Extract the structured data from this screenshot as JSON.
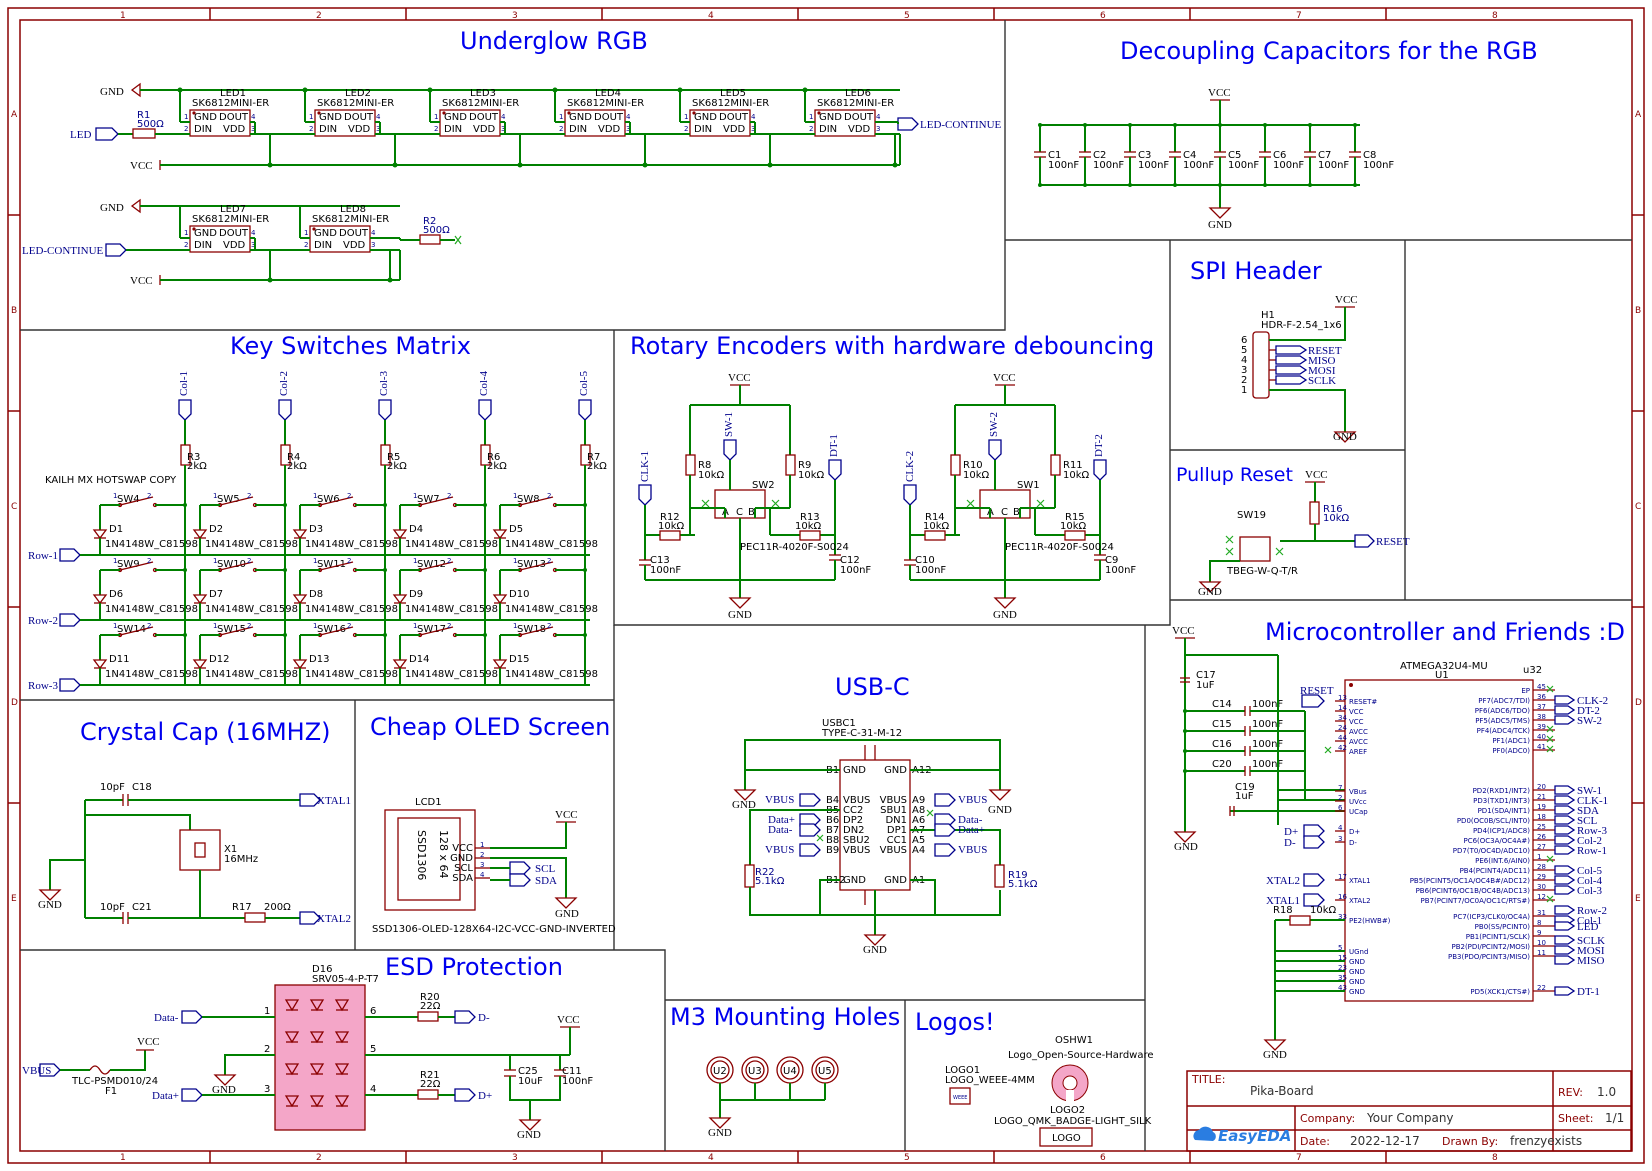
{
  "sections": {
    "underglow": "Underglow RGB",
    "decoupling": "Decoupling Capacitors for the RGB",
    "spi": "SPI Header",
    "pullup": "Pullup Reset",
    "keys": "Key Switches Matrix",
    "rotary": "Rotary Encoders with hardware debouncing",
    "mcu": "Microcontroller and Friends :D",
    "crystal": "Crystal Cap (16MHZ)",
    "oled": "Cheap OLED Screen",
    "usbc": "USB-C",
    "esd": "ESD Protection",
    "m3": "M3 Mounting Holes",
    "logos": "Logos!"
  },
  "grid": {
    "columns": [
      "1",
      "2",
      "3",
      "4",
      "5",
      "6",
      "7",
      "8"
    ],
    "rows": [
      "A",
      "B",
      "C",
      "D",
      "E"
    ]
  },
  "nets": {
    "gnd": "GND",
    "vcc": "VCC",
    "led": "LED",
    "led_continue": "LED-CONTINUE",
    "reset": "RESET",
    "xtal1": "XTAL1",
    "xtal2": "XTAL2",
    "scl": "SCL",
    "sda": "SDA",
    "vbus": "VBUS",
    "data_plus": "Data+",
    "data_minus": "Data-",
    "d_plus": "D+",
    "d_minus": "D-",
    "miso": "MISO",
    "mosi": "MOSI",
    "sclk": "SCLK"
  },
  "underglow": {
    "leds": [
      "LED1",
      "LED2",
      "LED3",
      "LED4",
      "LED5",
      "LED6",
      "LED7",
      "LED8"
    ],
    "led_part": "SK6812MINI-ER",
    "pin_gnd": "GND",
    "pin_dout": "DOUT",
    "pin_din": "DIN",
    "pin_vdd": "VDD",
    "r1": "R1",
    "r1_val": "500Ω",
    "r2": "R2",
    "r2_val": "500Ω"
  },
  "decoupling": {
    "caps": [
      "C1",
      "C2",
      "C3",
      "C4",
      "C5",
      "C6",
      "C7",
      "C8"
    ],
    "value": "100nF"
  },
  "spi": {
    "ref": "H1",
    "part": "HDR-F-2.54_1x6",
    "pins": [
      "6",
      "5",
      "4",
      "3",
      "2",
      "1"
    ],
    "signals": [
      "RESET",
      "MISO",
      "MOSI",
      "SCLK"
    ]
  },
  "pullup": {
    "r16": "R16",
    "r16_val": "10kΩ",
    "sw": "SW19",
    "sw_part": "TBEG-W-Q-T/R"
  },
  "keys": {
    "cols": [
      "Col-1",
      "Col-2",
      "Col-3",
      "Col-4",
      "Col-5"
    ],
    "rows": [
      "Row-1",
      "Row-2",
      "Row-3"
    ],
    "col_resistors": [
      "R3",
      "R4",
      "R5",
      "R6",
      "R7"
    ],
    "col_res_val": "2kΩ",
    "note": "KAILH MX HOTSWAP COPY",
    "switches": [
      [
        "SW4",
        "SW5",
        "SW6",
        "SW7",
        "SW8"
      ],
      [
        "SW9",
        "SW10",
        "SW11",
        "SW12",
        "SW13"
      ],
      [
        "SW14",
        "SW15",
        "SW16",
        "SW17",
        "SW18"
      ]
    ],
    "diodes": [
      [
        "D1",
        "D2",
        "D3",
        "D4",
        "D5"
      ],
      [
        "D6",
        "D7",
        "D8",
        "D9",
        "D10"
      ],
      [
        "D11",
        "D12",
        "D13",
        "D14",
        "D15"
      ]
    ],
    "diode_part": "1N4148W_C81598"
  },
  "rotary": {
    "enc1": {
      "clk": "CLK-1",
      "sw": "SW-1",
      "dt": "DT-1",
      "sw_ref": "SW2",
      "r_clk": "R12",
      "r_dt": "R13",
      "r_pull1": "R8",
      "r_pull2": "R9",
      "c_clk": "C13",
      "c_dt": "C12"
    },
    "enc2": {
      "clk": "CLK-2",
      "sw": "SW-2",
      "dt": "DT-2",
      "sw_ref": "SW1",
      "r_clk": "R14",
      "r_dt": "R15",
      "r_pull1": "R10",
      "r_pull2": "R11",
      "c_clk": "C10",
      "c_dt": "C9"
    },
    "res_val": "10kΩ",
    "cap_val": "100nF",
    "part": "PEC11R-4020F-S0024"
  },
  "mcu": {
    "ref": "U1",
    "part": "ATMEGA32U4-MU",
    "tag": "u32",
    "left_pins": [
      [
        "13",
        "RESET#"
      ],
      [
        "14",
        "VCC"
      ],
      [
        "34",
        "VCC"
      ],
      [
        "24",
        "AVCC"
      ],
      [
        "44",
        "AVCC"
      ],
      [
        "42",
        "AREF"
      ],
      [
        "7",
        "VBus"
      ],
      [
        "2",
        "UVcc"
      ],
      [
        "6",
        "UCap"
      ],
      [
        "4",
        "D+"
      ],
      [
        "3",
        "D-"
      ],
      [
        "17",
        "XTAL1"
      ],
      [
        "16",
        "XTAL2"
      ],
      [
        "33",
        "PE2(HWB#)"
      ],
      [
        "5",
        "UGnd"
      ],
      [
        "15",
        "GND"
      ],
      [
        "23",
        "GND"
      ],
      [
        "35",
        "GND"
      ],
      [
        "43",
        "GND"
      ]
    ],
    "right_pins": [
      [
        "45",
        "EP"
      ],
      [
        "36",
        "PF7(ADC7/TDI)"
      ],
      [
        "37",
        "PF6(ADC6/TDO)"
      ],
      [
        "38",
        "PF5(ADC5/TMS)"
      ],
      [
        "39",
        "PF4(ADC4/TCK)"
      ],
      [
        "40",
        "PF1(ADC1)"
      ],
      [
        "41",
        "PF0(ADC0)"
      ],
      [
        "20",
        "PD2(RXD1/INT2)"
      ],
      [
        "21",
        "PD3(TXD1/INT3)"
      ],
      [
        "19",
        "PD1(SDA/INT1)"
      ],
      [
        "18",
        "PD0(OC0B/SCL/INT0)"
      ],
      [
        "25",
        "PD4(ICP1/ADC8)"
      ],
      [
        "26",
        "PC6(OC3A/OC4A#)"
      ],
      [
        "27",
        "PD7(T0/OC4D/ADC10)"
      ],
      [
        "1",
        "PE6(INT.6/AIN0)"
      ],
      [
        "28",
        "PB4(PCINT4/ADC11)"
      ],
      [
        "29",
        "PB5(PCINT5/OC1A/OC4B#/ADC12)"
      ],
      [
        "30",
        "PB6(PCINT6/OC1B/OC4B/ADC13)"
      ],
      [
        "12",
        "PB7(PCINT7/OC0A/OC1C/RTS#)"
      ],
      [
        "31",
        "PC7(ICP3/CLK0/OC4A)"
      ],
      [
        "8",
        "PB0(SS/PCINT0)"
      ],
      [
        "9",
        "PB1(PCINT1/SCLK)"
      ],
      [
        "10",
        "PB2(PDI/PCINT2/MOSI)"
      ],
      [
        "11",
        "PB3(PDO/PCINT3/MISO)"
      ],
      [
        "22",
        "PD5(XCK1/CTS#)"
      ]
    ],
    "right_nets": [
      "CLK-2",
      "DT-2",
      "SW-2",
      "SW-1",
      "CLK-1",
      "SDA",
      "SCL",
      "Row-3",
      "Col-2",
      "Row-1",
      "Col-5",
      "Col-4",
      "Col-3",
      "Row-2",
      "Col-1",
      "LED",
      "SCLK",
      "MOSI",
      "MISO",
      "DT-1"
    ],
    "c17": "C17",
    "c17_val": "1uF",
    "c14": "C14",
    "c15": "C15",
    "c16": "C16",
    "c20": "C20",
    "cap_val": "100nF",
    "c19": "C19",
    "c19_val": "1uF",
    "r18": "R18",
    "r18_val": "10kΩ"
  },
  "crystal": {
    "c18": "C18",
    "c21": "C21",
    "cap_val": "10pF",
    "x1": "X1",
    "x1_val": "16MHz",
    "r17": "R17",
    "r17_val": "200Ω"
  },
  "oled": {
    "ref": "LCD1",
    "chip": "SSD1306",
    "res": "128 x 64",
    "part": "SSD1306-OLED-128X64-I2C-VCC-GND-INVERTED",
    "pins": [
      [
        "1",
        "VCC"
      ],
      [
        "2",
        "GND"
      ],
      [
        "3",
        "SCL"
      ],
      [
        "4",
        "SDA"
      ]
    ]
  },
  "usbc": {
    "ref": "USBC1",
    "part": "TYPE-C-31-M-12",
    "r22": "R22",
    "r19": "R19",
    "res_val": "5.1kΩ",
    "left": [
      "B1 GND",
      "B4 VBUS",
      "B5 CC2",
      "B6 DP2",
      "B7 DN2",
      "B8 SBU2",
      "B9 VBUS",
      "B12 GND"
    ],
    "right": [
      "A12 GND",
      "A9 VBUS",
      "A8 SBU1",
      "A6 DN1",
      "A7 DP1",
      "A5 CC1",
      "A4 VBUS",
      "A1 GND"
    ]
  },
  "esd": {
    "ref": "D16",
    "part": "SRV05-4-P-T7",
    "r20": "R20",
    "r21": "R21",
    "res_val": "22Ω",
    "c25": "C25",
    "c25_val": "10uF",
    "c11": "C11",
    "c11_val": "100nF",
    "f1": "F1",
    "f1_part": "TLC-PSMD010/24",
    "pins": [
      "1",
      "6",
      "2",
      "5",
      "3",
      "4"
    ]
  },
  "m3": {
    "holes": [
      "U2",
      "U3",
      "U4",
      "U5"
    ]
  },
  "logos": {
    "logo1": "LOGO1",
    "logo1_part": "LOGO_WEEE-4MM",
    "weee": "WEEE",
    "oshw": "OSHW1",
    "oshw_part": "Logo_Open-Source-Hardware",
    "logo2": "LOGO2",
    "logo2_part": "LOGO_QMK_BADGE-LIGHT_SILK",
    "logo2_box": "LOGO"
  },
  "title_block": {
    "title_label": "TITLE:",
    "title": "Pika-Board",
    "rev_label": "REV:",
    "rev": "1.0",
    "company_label": "Company:",
    "company": "Your Company",
    "sheet_label": "Sheet:",
    "sheet": "1/1",
    "date_label": "Date:",
    "date": "2022-12-17",
    "drawn_label": "Drawn By:",
    "drawn_by": "frenzyexists",
    "brand": "EasyEDA"
  },
  "colors": {
    "frame": "#8b0000",
    "wire": "#008000",
    "title": "#0000ee",
    "label": "#00008b",
    "esd_fill": "#f4a6c8"
  }
}
